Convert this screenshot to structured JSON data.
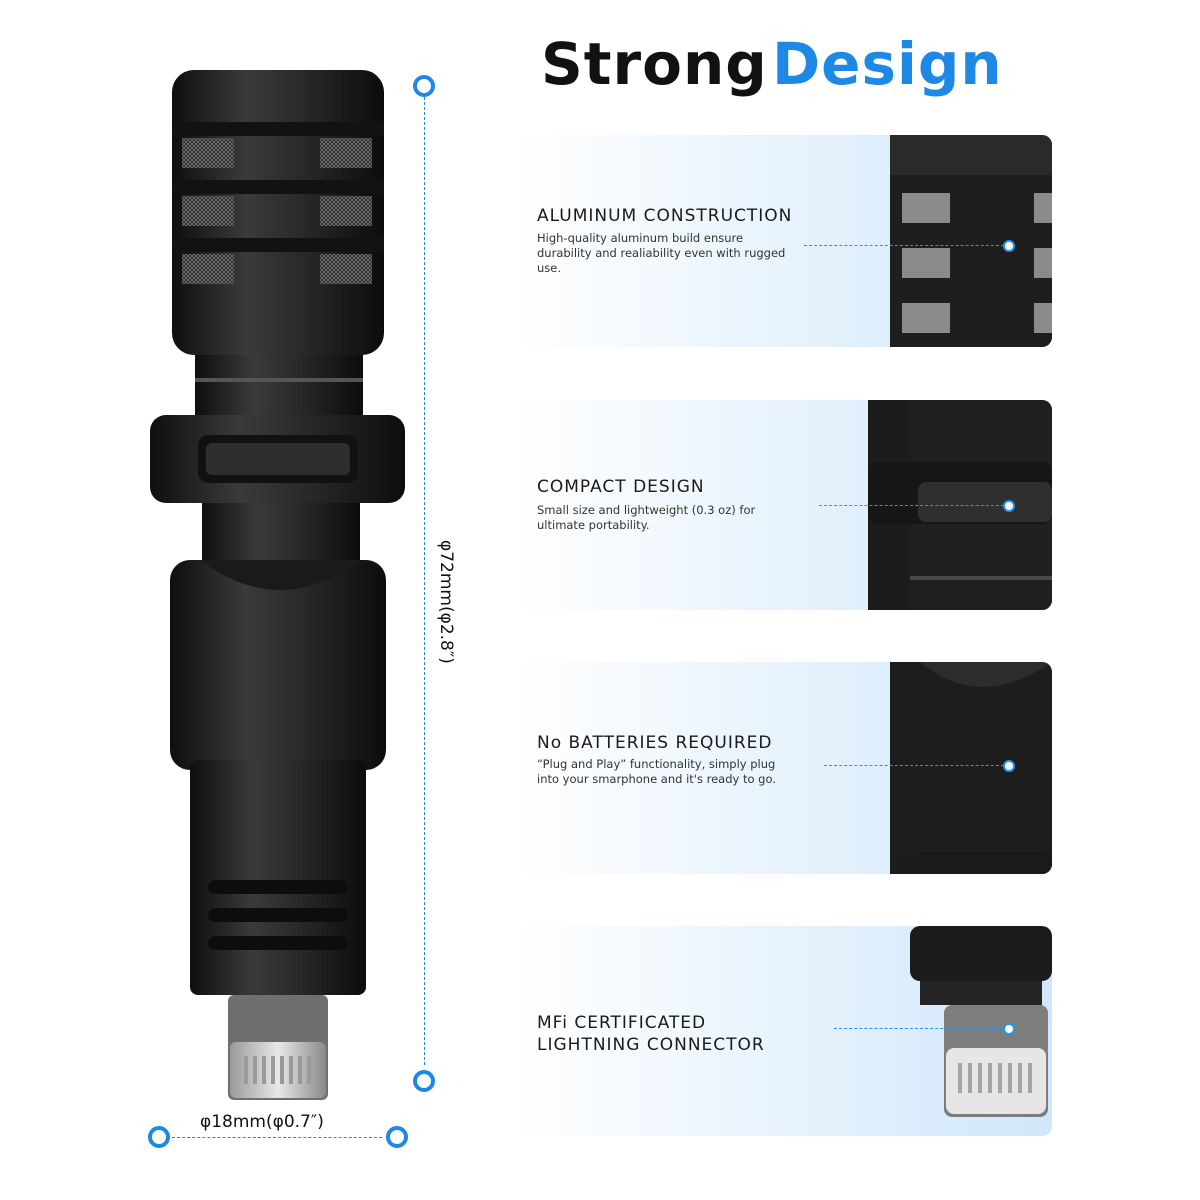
{
  "header": {
    "title_part1": "Strong",
    "title_part2": "Design",
    "accent_color": "#1e88e5"
  },
  "dimensions": {
    "height": "φ72mm(φ2.8″)",
    "width": "φ18mm(φ0.7″)"
  },
  "features": [
    {
      "title": "ALUMINUM CONSTRUCTION",
      "description": "High-quality aluminum build ensure durability and realiability even with rugged use.",
      "icon": "mic-mesh-head-closeup"
    },
    {
      "title": "COMPACT DESIGN",
      "description": "Small size and lightweight (0.3 oz) for ultimate portability.",
      "icon": "mic-clip-closeup"
    },
    {
      "title": "No BATTERIES REQUIRED",
      "description": "“Plug and Play” functionality, simply plug into your smarphone and it's ready to go.",
      "icon": "mic-swivel-joint-closeup"
    },
    {
      "title": "MFi CERTIFICATED\nLIGHTNING CONNECTOR",
      "description": "",
      "icon": "lightning-connector-closeup"
    }
  ]
}
